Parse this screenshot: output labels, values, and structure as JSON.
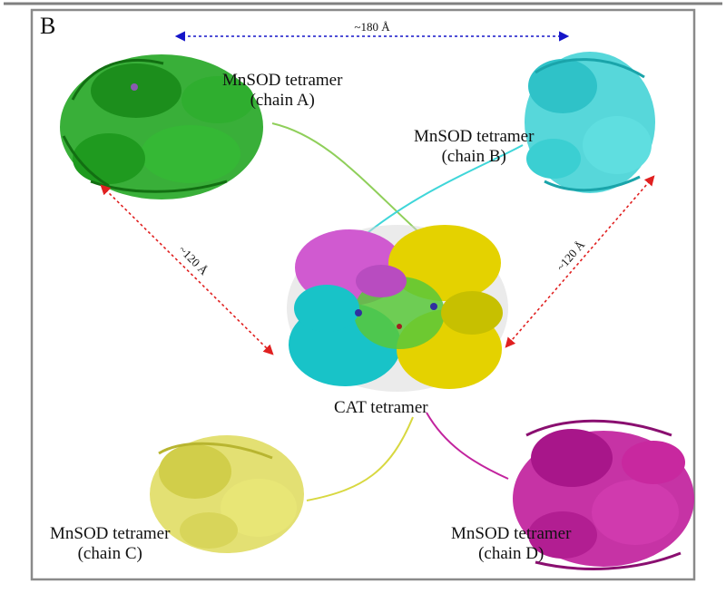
{
  "panel_letter": "B",
  "labels": {
    "chain_a": {
      "line1": "MnSOD tetramer",
      "line2": "(chain A)"
    },
    "chain_b": {
      "line1": "MnSOD tetramer",
      "line2": "(chain B)"
    },
    "chain_c": {
      "line1": "MnSOD tetramer",
      "line2": "(chain C)"
    },
    "chain_d": {
      "line1": "MnSOD tetramer",
      "line2": "(chain D)"
    },
    "cat": "CAT tetramer"
  },
  "distances": {
    "horizontal": "~180 Å",
    "left_diagonal": "~120 Å",
    "right_diagonal": "~120 Å"
  },
  "colors": {
    "chain_a": "#1fa61f",
    "chain_b": "#3fd6d9",
    "chain_c": "#e1e05a",
    "chain_d": "#c2249e",
    "cat_yellow": "#e4d200",
    "cat_magenta": "#d05ad0",
    "cat_cyan": "#18c3c8",
    "cat_green": "#58c83a",
    "horizontal_arrow": "#1515c8",
    "diagonal_arrow": "#e02020",
    "frame": "#808080"
  }
}
